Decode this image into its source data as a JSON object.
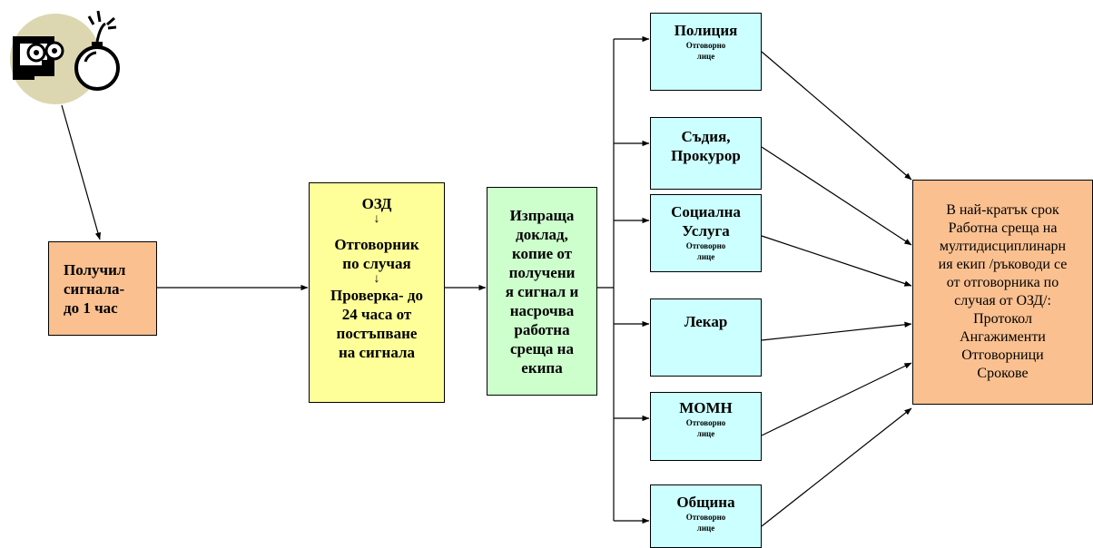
{
  "colors": {
    "orange": "#fac090",
    "yellow": "#ffff99",
    "green": "#ccffcc",
    "cyan": "#ccffff",
    "line": "#000000",
    "icon_bg": "#dcd7b0"
  },
  "icon": {
    "name": "detective-bomb-icon"
  },
  "received": {
    "line1": "Получил",
    "line2": "сигнала-",
    "line3": "до 1 час"
  },
  "ozd": {
    "title": "ОЗД",
    "arrow": "↓",
    "caseworker_1": "Отговорник",
    "caseworker_2": "по случая",
    "check_1": "Проверка- до",
    "check_2": "24 часа от",
    "check_3": "постъпване",
    "check_4": "на сигнала"
  },
  "sends": {
    "l1": "Изпраща",
    "l2": "доклад,",
    "l3": "копие от",
    "l4": "получени",
    "l5": "я сигнал и",
    "l6": "насрочва",
    "l7": "работна",
    "l8": "среща на",
    "l9": "екипа"
  },
  "agencies": {
    "police": {
      "name": "Полиция",
      "sub1": "Отговорно",
      "sub2": "лице"
    },
    "judge": {
      "name1": "Съдия,",
      "name2": "Прокурор"
    },
    "social": {
      "name1": "Социална",
      "name2": "Услуга",
      "sub1": "Отговорно",
      "sub2": "лице"
    },
    "doctor": {
      "name": "Лекар"
    },
    "momn": {
      "name": "МОМН",
      "sub1": "Отговорно",
      "sub2": "лице"
    },
    "municipality": {
      "name": "Община",
      "sub1": "Отговорно",
      "sub2": "лице"
    }
  },
  "meeting": {
    "l1": "В най-кратък срок",
    "l2": "Работна среща на",
    "l3": "мултидисциплинарн",
    "l4": "ия екип /ръководи се",
    "l5": "от отговорника по",
    "l6": "случая от ОЗД/:",
    "l7": "Протокол",
    "l8": "Ангажименти",
    "l9": "Отговорници",
    "l10": "Срокове"
  }
}
